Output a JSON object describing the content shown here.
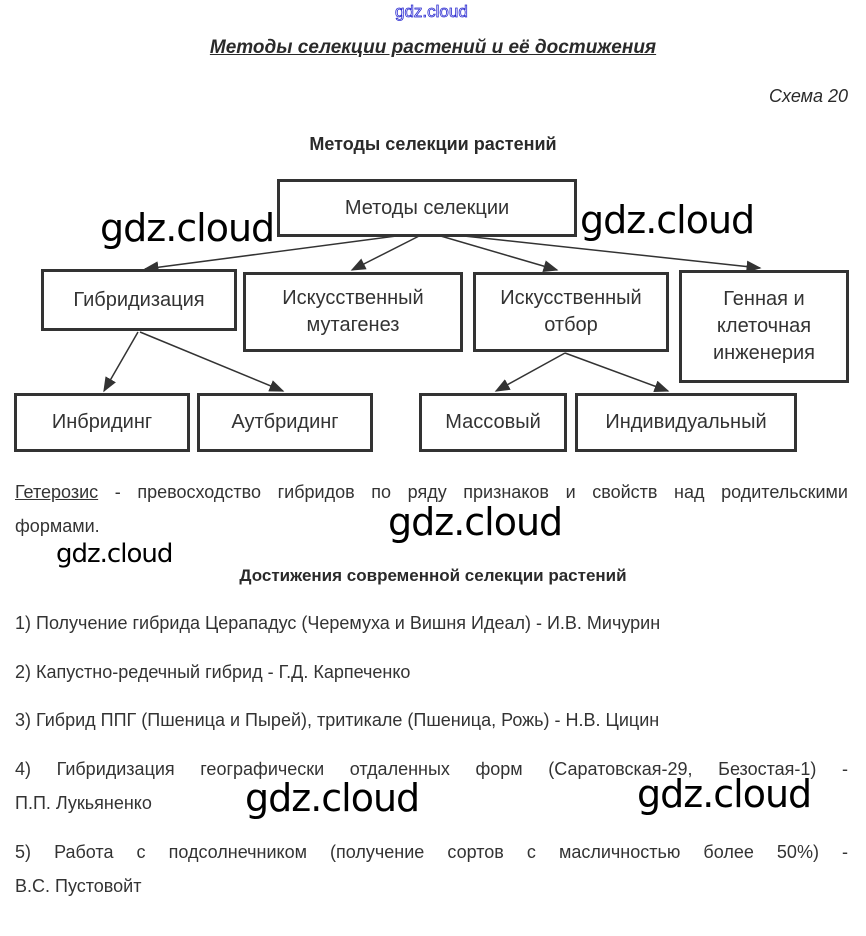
{
  "watermark_top": "gdz.cloud",
  "watermark": "gdz.cloud",
  "title": "Методы селекции растений и её достижения",
  "scheme_label": "Схема 20",
  "diagram": {
    "heading": "Методы селекции растений",
    "root": "Методы селекции",
    "methods": [
      "Гибридизация",
      "Искусственный мутагенез",
      "Искусственный отбор",
      "Генная и клеточная инженерия"
    ],
    "hybridization_types": [
      "Инбридинг",
      "Аутбридинг"
    ],
    "selection_types": [
      "Массовый",
      "Индивидуальный"
    ]
  },
  "heterosis": {
    "term": "Гетерозис",
    "definition_line1": " - превосходство гибридов по ряду признаков и свойств над родительскими",
    "definition_line2": "формами."
  },
  "achievements": {
    "heading": "Достижения современной селекции растений",
    "items": [
      "1) Получение гибрида Церападус (Черемуха и Вишня Идеал) - И.В. Мичурин",
      "2) Капустно-редечный гибрид - Г.Д. Карпеченко",
      "3) Гибрид ППГ (Пшеница и Пырей), тритикале (Пшеница, Рожь) - Н.В. Цицин",
      "4) Гибридизация географически отдаленных форм (Саратовская-29, Безостая-1) -",
      "П.П. Лукьяненко",
      "5) Работа с подсолнечником (получение сортов с масличностью более 50%) -",
      "В.С. Пустовойт"
    ]
  }
}
